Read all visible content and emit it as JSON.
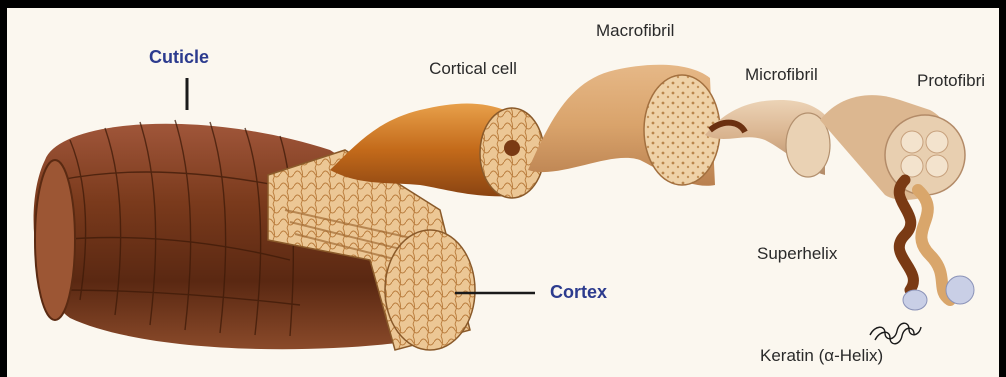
{
  "diagram": {
    "labels": {
      "cuticle": "Cuticle",
      "cortical_cell": "Cortical cell",
      "macrofibril": "Macrofibril",
      "microfibril": "Microfibril",
      "protofibril": "Protofibri",
      "superhelix": "Superhelix",
      "cortex": "Cortex",
      "keratin": "Keratin (α-Helix)"
    },
    "colors": {
      "cuticle_label": "#2c3b8e",
      "cortex_label": "#2c3b8e",
      "hair_brown": "#7a3a1c",
      "cortical_orange": "#c8731e",
      "cortex_fill": "#e9c28f"
    }
  }
}
